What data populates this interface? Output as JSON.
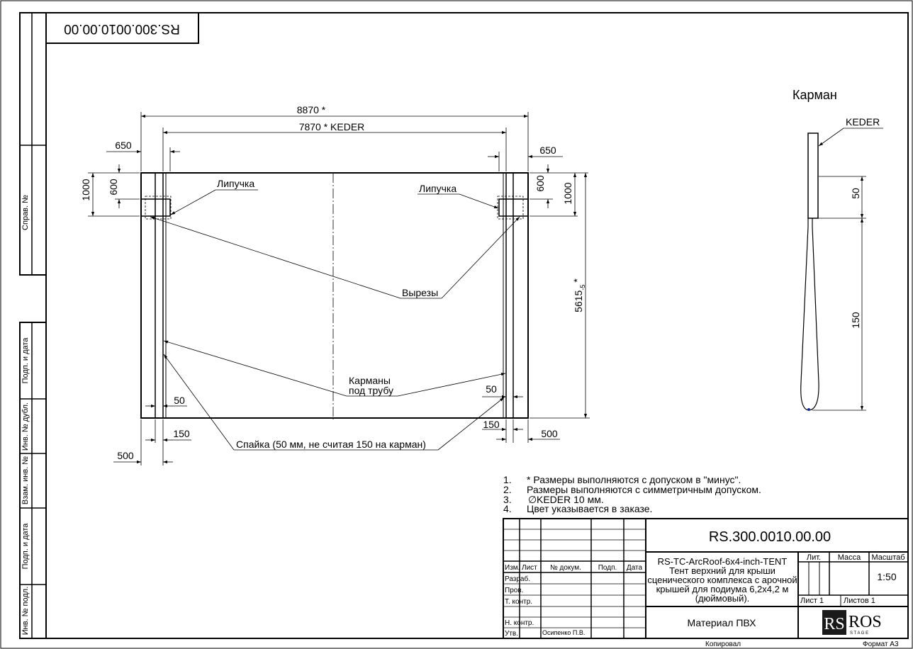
{
  "sheet": {
    "code_mirrored": "RS.300.0010.00.00",
    "sidebar_labels": [
      "Справ. №",
      "Подп. и дата",
      "Инв. № дубл.",
      "Взам. инв. №",
      "Подп. и дата",
      "Инв. № подл."
    ]
  },
  "main_view": {
    "dims": {
      "overall_width": "8870 *",
      "keder_width": "7870 * KEDER",
      "edge_left": "650",
      "edge_right": "650",
      "height_left_1000": "1000",
      "height_left_600": "600",
      "height_right_600": "600",
      "height_right_1000": "1000",
      "overall_height": "5615",
      "overall_height_tol": "-5",
      "overall_height_mark": "*",
      "left_50": "50",
      "left_150": "150",
      "left_500": "500",
      "right_50": "50",
      "right_150": "150",
      "right_500": "500"
    },
    "labels": {
      "velcro_left": "Липучка",
      "velcro_right": "Липучка",
      "cutouts": "Вырезы",
      "pockets_line1": "Карманы",
      "pockets_line2": "под трубу",
      "weld": "Спайка (50 мм, не считая 150 на карман)"
    }
  },
  "pocket_detail": {
    "title": "Карман",
    "keder": "KEDER",
    "dim_50": "50",
    "dim_150": "150"
  },
  "notes": [
    {
      "num": "1.",
      "text": "* Размеры выполняются с допуском в \"минус\"."
    },
    {
      "num": "2.",
      "text": "Размеры выполняются с симметричным допуском."
    },
    {
      "num": "3.",
      "text": "KEDER 10 мм.",
      "symbol": "∅"
    },
    {
      "num": "4.",
      "text": "Цвет указывается в заказе."
    }
  ],
  "title_block": {
    "designation": "RS.300.0010.00.00",
    "name_lines": [
      "RS-TC-ArcRoof-6x4-inch-TENT",
      "Тент верхний для крыши",
      "сценического комплекса с арочной",
      "крышей для подиума 6,2х4,2 м",
      "(дюймовый)."
    ],
    "material": "Материал ПВХ",
    "headers": {
      "izm": "Изм.",
      "list": "Лист",
      "doc_no": "№ докум.",
      "sign": "Подп.",
      "date": "Дата"
    },
    "roles": {
      "razrab": "Разраб.",
      "prov": "Пров.",
      "t_kontr": "Т. контр.",
      "n_kontr": "Н. контр.",
      "utv": "Утв."
    },
    "approved_by": "Осипенко П.В.",
    "lit_label": "Лит.",
    "mass_label": "Масса",
    "scale_label": "Масштаб",
    "scale_value": "1:50",
    "sheet_label": "Лист 1",
    "sheets_label": "Листов 1",
    "logo_letters": "RS",
    "logo_name": "ROS",
    "logo_sub": "S T A G E",
    "copied": "Копировал",
    "format": "Формат А3"
  }
}
